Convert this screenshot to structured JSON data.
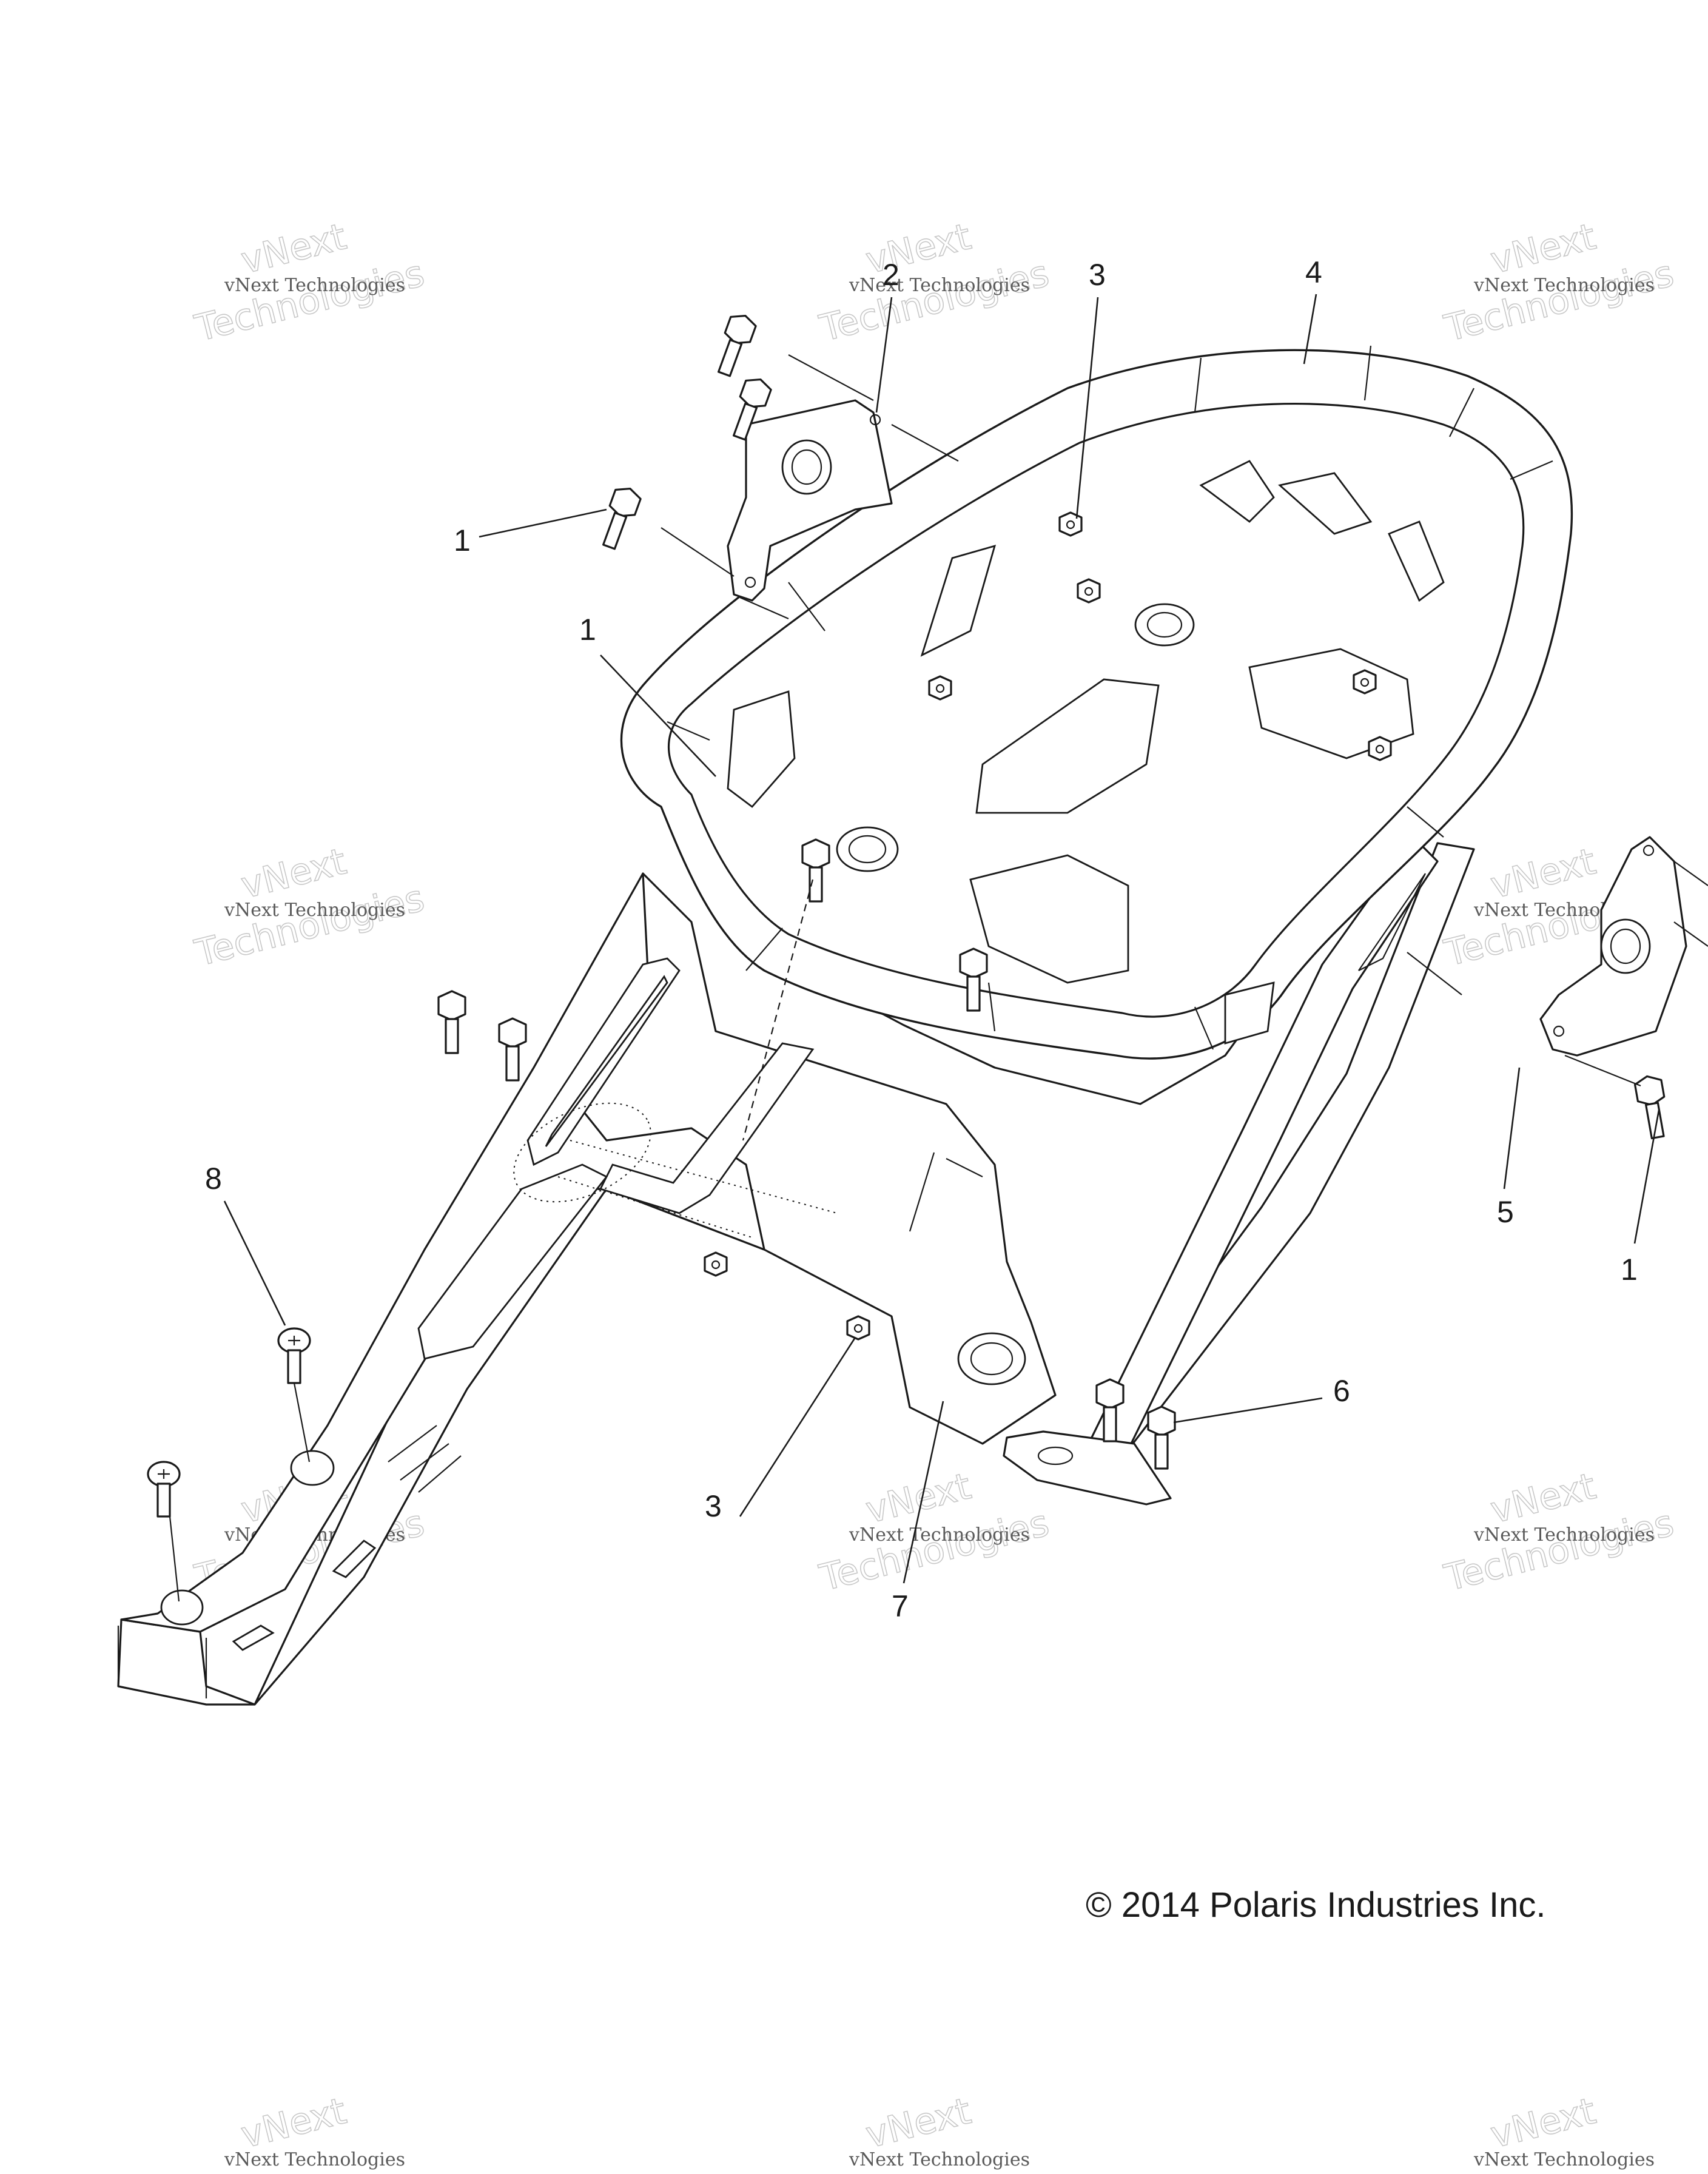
{
  "diagram": {
    "callouts": [
      {
        "id": "c1a",
        "label": "1"
      },
      {
        "id": "c1b",
        "label": "1"
      },
      {
        "id": "c1c",
        "label": "1"
      },
      {
        "id": "c2",
        "label": "2"
      },
      {
        "id": "c3a",
        "label": "3"
      },
      {
        "id": "c3b",
        "label": "3"
      },
      {
        "id": "c4",
        "label": "4"
      },
      {
        "id": "c5",
        "label": "5"
      },
      {
        "id": "c6",
        "label": "6"
      },
      {
        "id": "c7",
        "label": "7"
      },
      {
        "id": "c8",
        "label": "8"
      }
    ],
    "copyright": "© 2014 Polaris Industries Inc.",
    "watermark": {
      "line_small": "vNext Technologies",
      "line_big_top": "vNext",
      "line_big_bottom": "Technologies"
    }
  }
}
